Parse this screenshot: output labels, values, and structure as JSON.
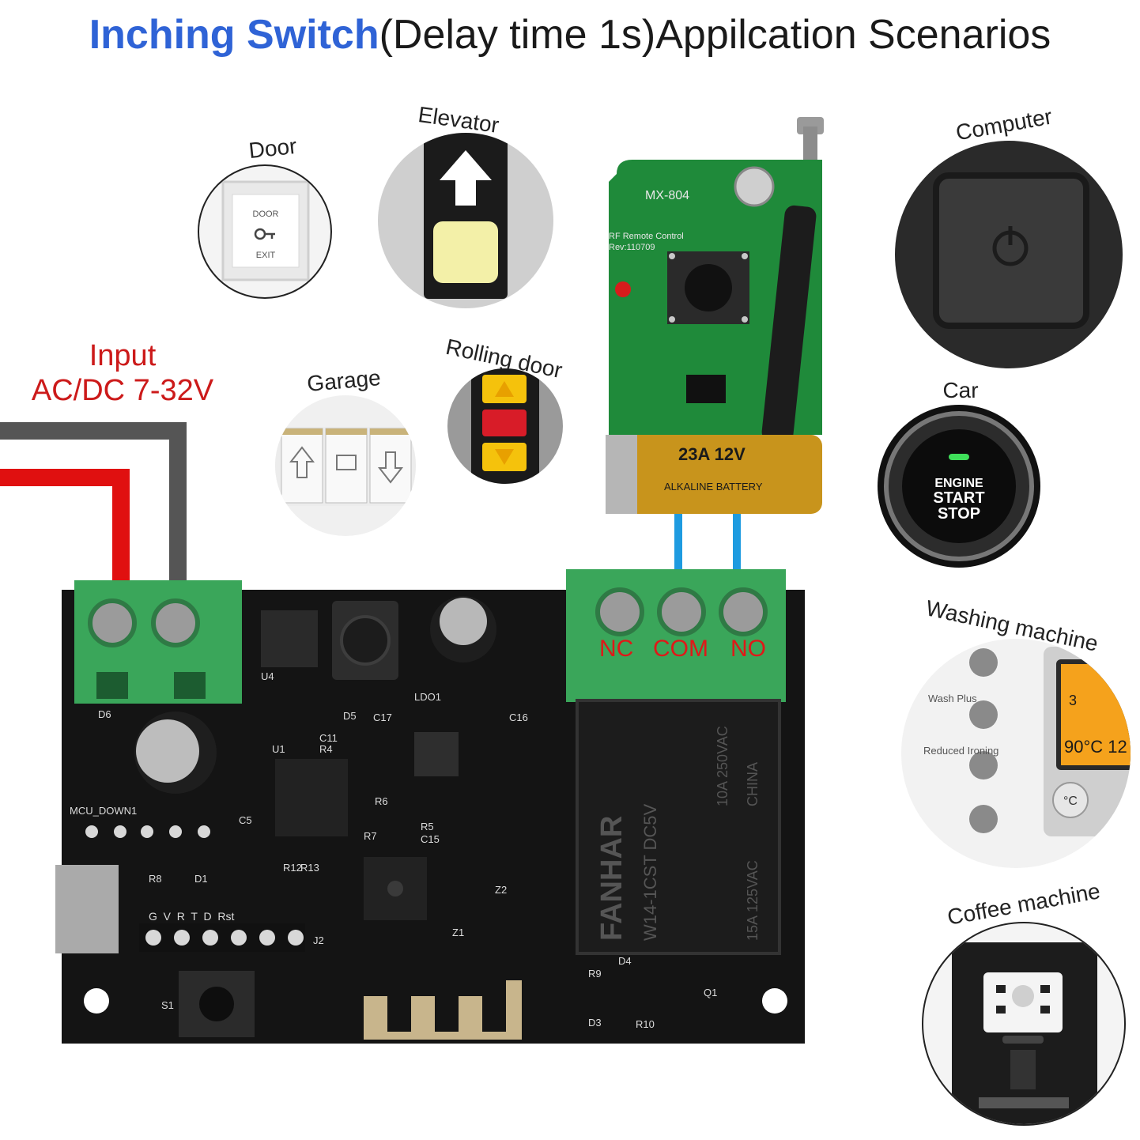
{
  "title": {
    "highlight": "Inching Switch",
    "rest": "(Delay time 1s)Appilcation Scenarios"
  },
  "input": {
    "line1": "Input",
    "line2": "AC/DC 7-32V"
  },
  "scenarios": {
    "door": "Door",
    "elevator": "Elevator",
    "garage": "Garage",
    "rolling_door": "Rolling door",
    "computer": "Computer",
    "car": "Car",
    "washing_machine": "Washing machine",
    "coffee_machine": "Coffee machine"
  },
  "door_button": {
    "top": "DOOR",
    "bottom": "EXIT"
  },
  "car_button": {
    "line1": "ENGINE",
    "line2": "START",
    "line3": "STOP"
  },
  "washing_panel": {
    "wash_plus": "Wash Plus",
    "reduced_ironing": "Reduced Ironing",
    "display_top": "3",
    "display_temp": "90°C 12",
    "celsius_button": "°C"
  },
  "remote": {
    "model": "MX-804",
    "desc1": "RF Remote Control",
    "desc2": "Rev:110709",
    "battery": "23A 12V",
    "battery_brand": "ALKALINE BATTERY"
  },
  "terminals": {
    "nc": "NC",
    "com": "COM",
    "no": "NO"
  },
  "relay": {
    "brand": "FANHAR",
    "model": "W14-1CST  DC5V",
    "rating1": "10A 250VAC",
    "rating2": "15A 125VAC",
    "origin": "CHINA"
  },
  "pcb_labels": {
    "mcu": "MCU_DOWN1",
    "pins": "G  V  R  T  D  Rst",
    "ldo": "LDO1",
    "s1": "S1",
    "j2": "J2",
    "d6": "D6",
    "u1": "U1",
    "u4": "U4",
    "c17": "C17",
    "c16": "C16",
    "c11": "C11",
    "r4": "R4",
    "r6": "R6",
    "r5": "R5",
    "c15": "C15",
    "r7": "R7",
    "r8": "R8",
    "r12": "R12",
    "r13": "R13",
    "d1": "D1",
    "r9": "R9",
    "d3": "D3",
    "d4": "D4",
    "r10": "R10",
    "q1": "Q1",
    "z1": "Z1",
    "z2": "Z2",
    "c5": "C5",
    "d5": "D5"
  },
  "colors": {
    "title_highlight": "#2f63d6",
    "input_text": "#cc1a1a",
    "terminal_text": "#e01818",
    "wire_red": "#e01010",
    "wire_gray": "#555555",
    "wire_blue": "#1e9be0",
    "pcb": "#141414",
    "terminal_green": "#3aa65a"
  }
}
